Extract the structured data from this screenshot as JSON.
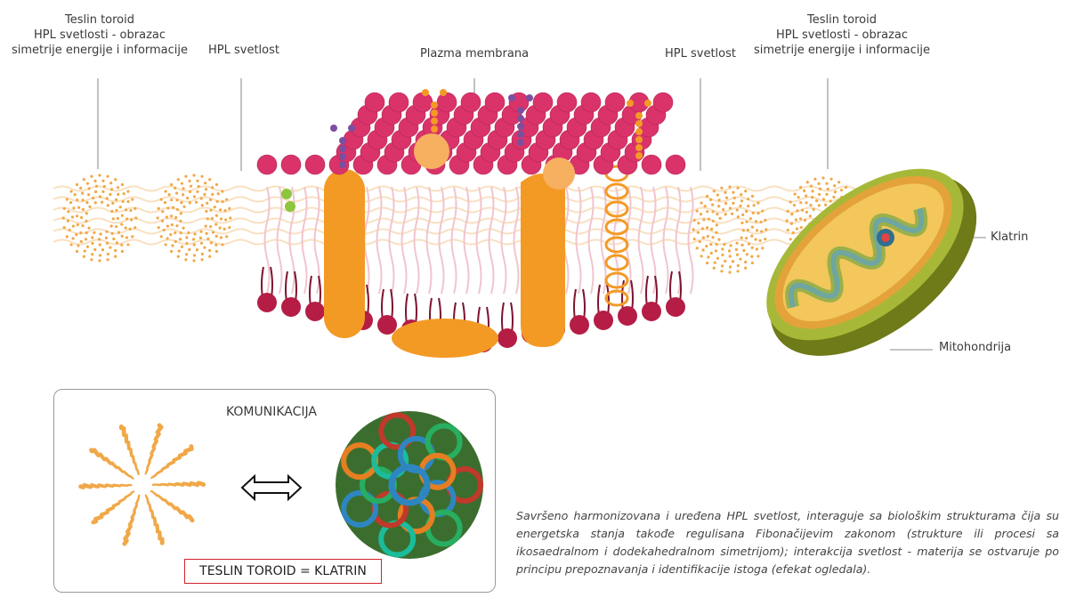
{
  "labels": {
    "toroid_left": [
      "Teslin toroid",
      "HPL svetlosti - obrazac",
      "simetrije energije i informacije"
    ],
    "hpl_left": "HPL svetlost",
    "membrane": "Plazma membrana",
    "hpl_right": "HPL svetlost",
    "toroid_right": [
      "Teslin toroid",
      "HPL svetlosti - obrazac",
      "simetrije energije i informacije"
    ],
    "klatrin": "Klatrin",
    "mitohondrija": "Mitohondrija"
  },
  "komunikacija": {
    "title": "KOMUNIKACIJA",
    "equation": "TESLIN TOROID = KLATRIN"
  },
  "paragraph": "Savršeno harmonizovana i uređena HPL svetlost, interaguje sa biološkim strukturama čija su energetska stanja takođe regulisana Fibonačijevim zakonom (strukture ili procesi sa ikosaedralnom i dodekahedralnom simetrijom); interakcija svetlost - materija se ostvaruje po principu prepoznavanja i identifikacije istoga (efekat ogledala).",
  "colors": {
    "toroid": "#f0a848",
    "head_top": "#d9336a",
    "head_bottom": "#b51d45",
    "protein": "#f39a25",
    "glyco": "#7b4fa0",
    "mito_outer": "#7d8a1f",
    "frame_red": "#d2232a"
  }
}
